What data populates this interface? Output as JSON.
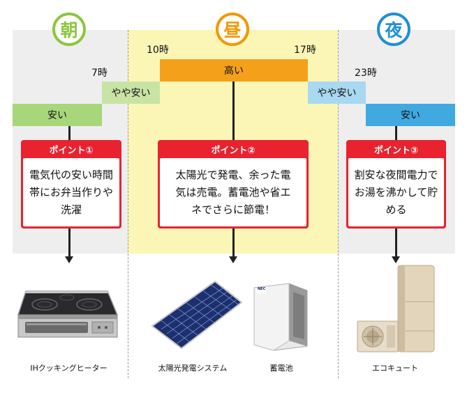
{
  "columns": {
    "morning": {
      "label": "朝",
      "color": "#8cc63e",
      "panel": "#eeeeee"
    },
    "noon": {
      "label": "昼",
      "color": "#f39800",
      "panel": "#fbf6b6"
    },
    "night": {
      "label": "夜",
      "color": "#1f8fd6",
      "panel": "#eeeeee"
    }
  },
  "hours": {
    "h7": "7時",
    "h10": "10時",
    "h17": "17時",
    "h23": "23時"
  },
  "bars": {
    "cheap_morning": {
      "label": "安い",
      "color": "#a8d67a"
    },
    "mid_morning": {
      "label": "やや安い",
      "color": "#c8e4a4"
    },
    "high_noon": {
      "label": "高い",
      "color": "#f5a01a"
    },
    "mid_night": {
      "label": "やや安い",
      "color": "#a9d8f1"
    },
    "cheap_night": {
      "label": "安い",
      "color": "#3fa9e0"
    }
  },
  "points": {
    "p1": {
      "title": "ポイント①",
      "body": "電気代の安い時間帯にお弁当作りや洗濯"
    },
    "p2": {
      "title": "ポイント②",
      "body": "太陽光で発電、余った電気は売電。蓄電池や省エネでさらに節電！"
    },
    "p3": {
      "title": "ポイント③",
      "body": "割安な夜間電力でお湯を沸かして貯める"
    }
  },
  "products": {
    "ih": {
      "caption": "IHクッキングヒーター"
    },
    "solar": {
      "caption": "太陽光発電システム"
    },
    "battery": {
      "caption": "蓄電池",
      "brand": "NEC"
    },
    "ecocute": {
      "caption": "エコキュート"
    }
  }
}
